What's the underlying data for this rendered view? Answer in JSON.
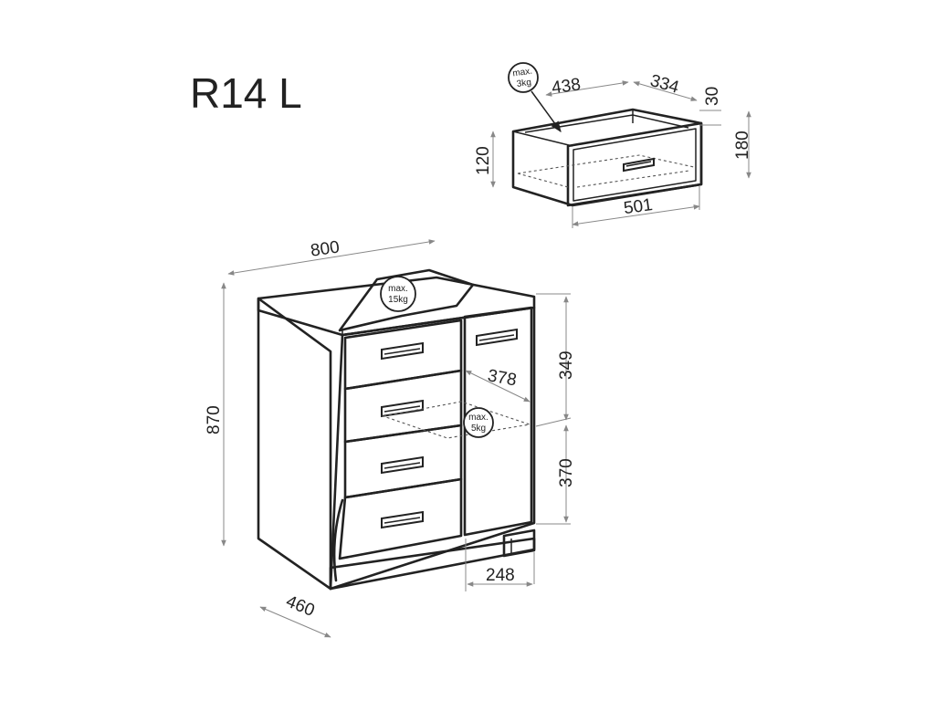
{
  "title": "R14 L",
  "drawer": {
    "width": "438",
    "depth": "334",
    "top_height": "30",
    "front_height": "120",
    "total_height": "180",
    "front_width": "501",
    "max_label": "max.",
    "max_load": "3kg"
  },
  "cabinet": {
    "width": "800",
    "height": "870",
    "depth": "460",
    "upper_height": "349",
    "shelf_depth": "378",
    "lower_height": "370",
    "door_width": "248",
    "top_max_label": "max.",
    "top_max_load": "15kg",
    "shelf_max_label": "max.",
    "shelf_max_load": "5kg"
  }
}
